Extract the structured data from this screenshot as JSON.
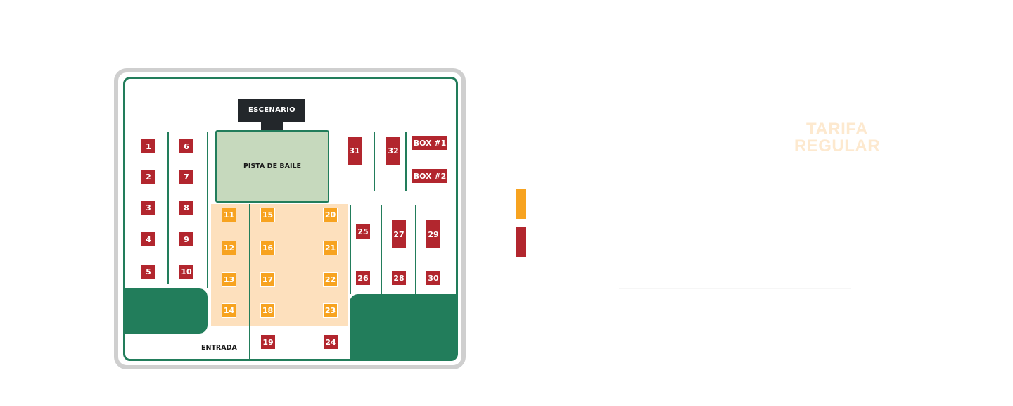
{
  "map": {
    "stage_label": "ESCENARIO",
    "dance_floor_label": "PISTA DE BAILE",
    "entrance_label": "ENTRADA",
    "tables_red": [
      {
        "id": "t1",
        "label": "1"
      },
      {
        "id": "t2",
        "label": "2"
      },
      {
        "id": "t3",
        "label": "3"
      },
      {
        "id": "t4",
        "label": "4"
      },
      {
        "id": "t5",
        "label": "5"
      },
      {
        "id": "t6",
        "label": "6"
      },
      {
        "id": "t7",
        "label": "7"
      },
      {
        "id": "t8",
        "label": "8"
      },
      {
        "id": "t9",
        "label": "9"
      },
      {
        "id": "t10",
        "label": "10"
      },
      {
        "id": "t19",
        "label": "19"
      },
      {
        "id": "t24",
        "label": "24"
      },
      {
        "id": "t25",
        "label": "25"
      },
      {
        "id": "t26",
        "label": "26"
      },
      {
        "id": "t27",
        "label": "27"
      },
      {
        "id": "t28",
        "label": "28"
      },
      {
        "id": "t29",
        "label": "29"
      },
      {
        "id": "t30",
        "label": "30"
      },
      {
        "id": "t31",
        "label": "31"
      },
      {
        "id": "t32",
        "label": "32"
      },
      {
        "id": "box1",
        "label": "BOX #1"
      },
      {
        "id": "box2",
        "label": "BOX #2"
      }
    ],
    "tables_orange": [
      {
        "id": "t11",
        "label": "11"
      },
      {
        "id": "t12",
        "label": "12"
      },
      {
        "id": "t13",
        "label": "13"
      },
      {
        "id": "t14",
        "label": "14"
      },
      {
        "id": "t15",
        "label": "15"
      },
      {
        "id": "t16",
        "label": "16"
      },
      {
        "id": "t17",
        "label": "17"
      },
      {
        "id": "t18",
        "label": "18"
      },
      {
        "id": "t20",
        "label": "20"
      },
      {
        "id": "t21",
        "label": "21"
      },
      {
        "id": "t22",
        "label": "22"
      },
      {
        "id": "t23",
        "label": "23"
      }
    ]
  },
  "legend": {
    "title": "TARIFA REGULAR",
    "title_line1": "TARIFA",
    "title_line2": "REGULAR",
    "colors": {
      "orange": "#f7a320",
      "red": "#b2262e",
      "green": "#227d5b",
      "dance_floor": "#c6d9bd",
      "zone": "#fde0bd"
    }
  }
}
